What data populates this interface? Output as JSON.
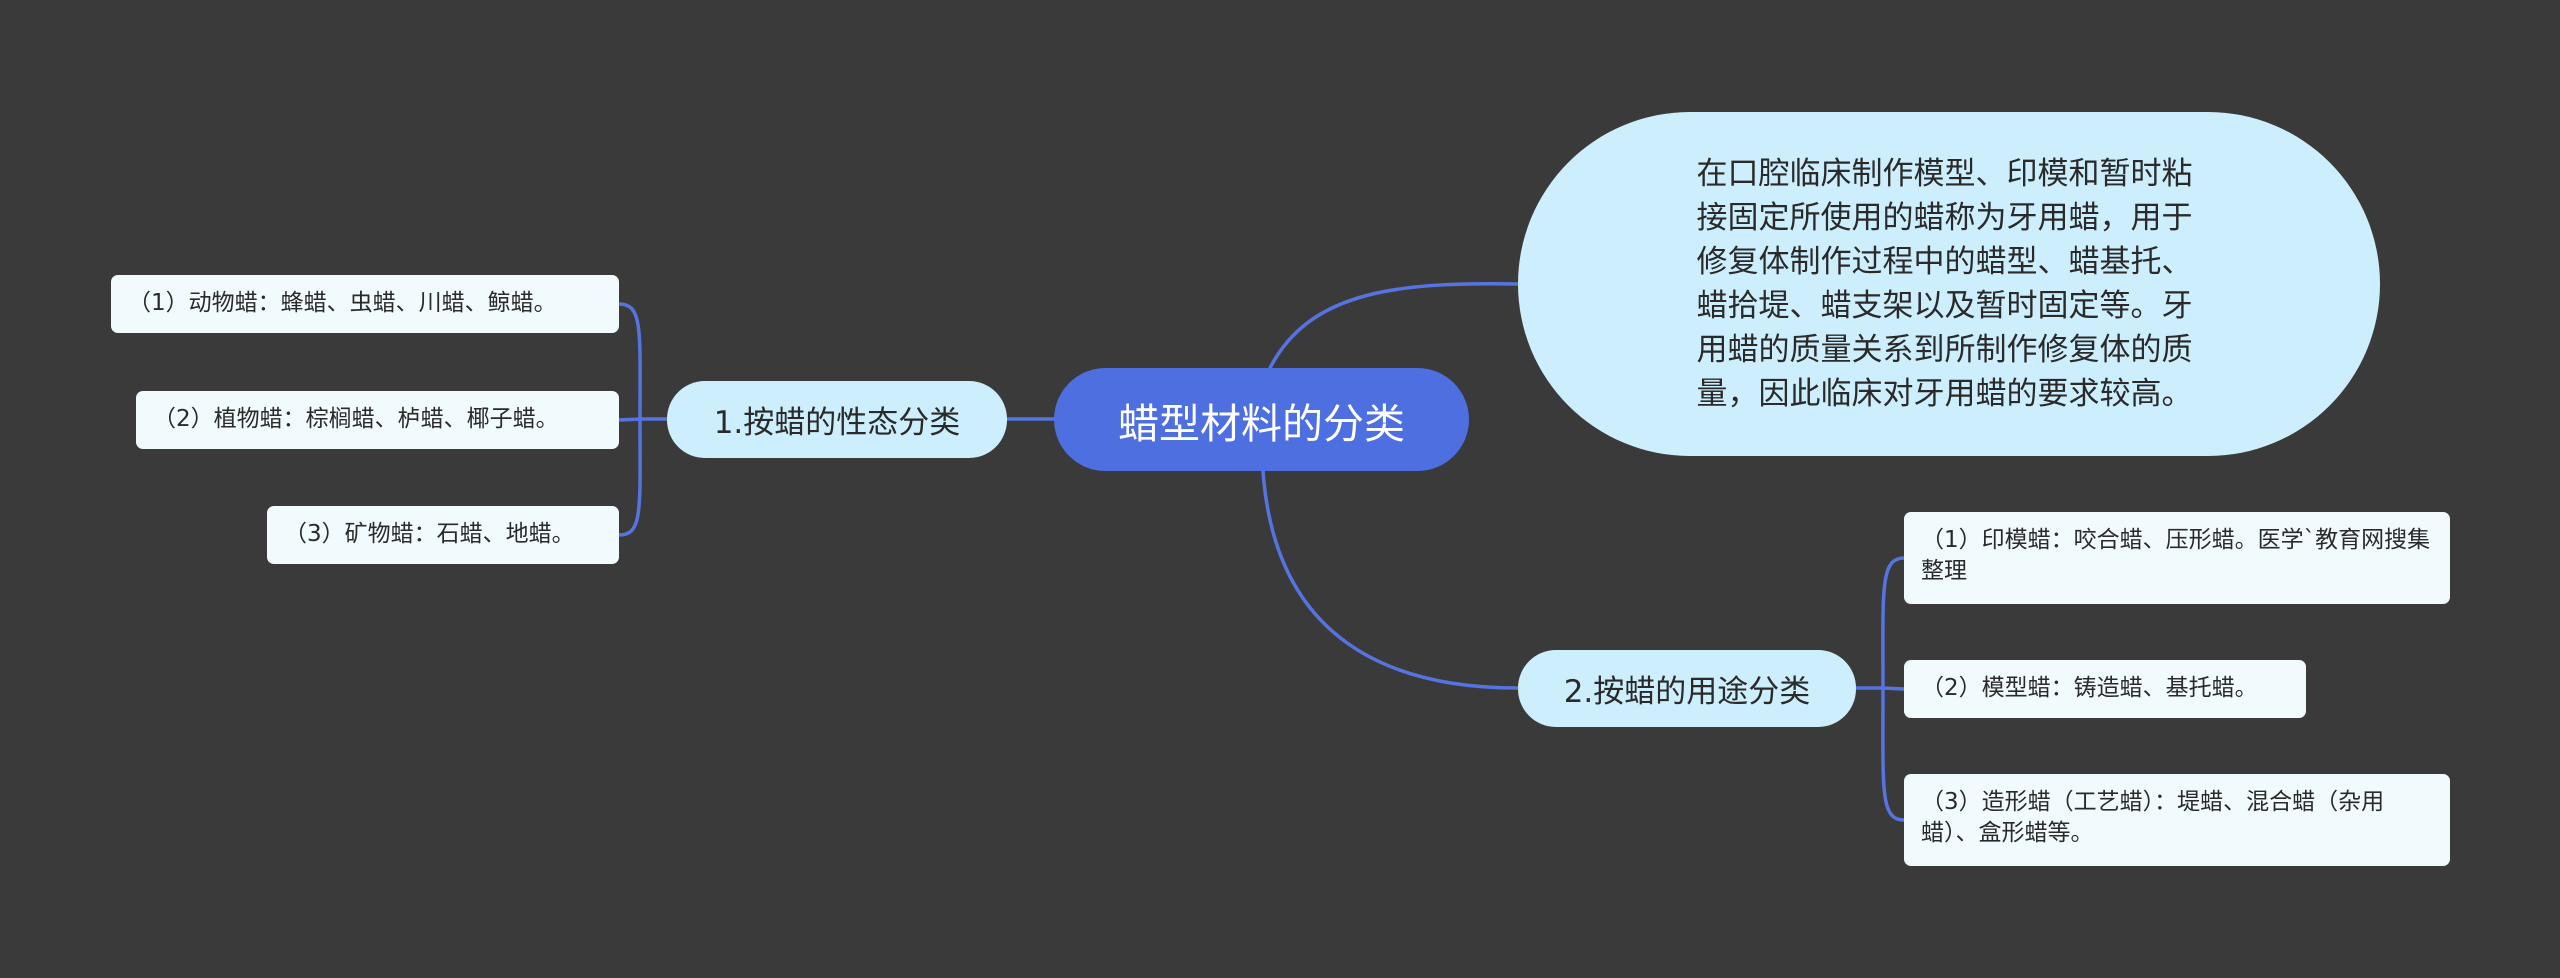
{
  "colors": {
    "background": "#3b3a3b",
    "root_fill": "#4d6fe0",
    "branch_fill": "#cdeefc",
    "leaf_fill": "#f1fbfe",
    "connector": "#5674e0"
  },
  "root": {
    "label": "蜡型材料的分类"
  },
  "description": {
    "text": "在口腔临床制作模型、印模和暂时粘接固定所使用的蜡称为牙用蜡，用于修复体制作过程中的蜡型、蜡基托、蜡拾堤、蜡支架以及暂时固定等。牙用蜡的质量关系到所制作修复体的质量，因此临床对牙用蜡的要求较高。"
  },
  "branches": [
    {
      "label": "1.按蜡的性态分类",
      "leaves": [
        "（1）动物蜡：蜂蜡、虫蜡、川蜡、鲸蜡。",
        "（2）植物蜡：棕榈蜡、栌蜡、椰子蜡。",
        "（3）矿物蜡：石蜡、地蜡。"
      ]
    },
    {
      "label": "2.按蜡的用途分类",
      "leaves": [
        "（1）印模蜡：咬合蜡、压形蜡。医学`教育网搜集整理",
        "（2）模型蜡：铸造蜡、基托蜡。",
        "（3）造形蜡（工艺蜡）：堤蜡、混合蜡（杂用蜡）、盒形蜡等。"
      ]
    }
  ]
}
